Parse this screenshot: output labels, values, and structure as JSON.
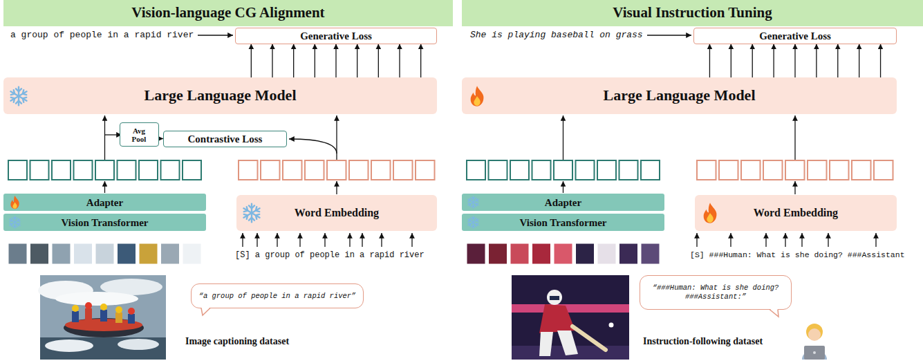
{
  "diagram": {
    "nodes": [
      {
        "text": [
          "Vision-language CG Alignment"
        ]
      },
      {
        "text": [
          "Generative Loss"
        ]
      },
      {
        "text": [
          "Large Language Model"
        ]
      },
      {
        "text": [
          "Avg Pool"
        ]
      },
      {
        "text": [
          "Contrastive Loss"
        ]
      },
      {
        "text": [
          "Adapter"
        ]
      },
      {
        "text": [
          "Vision Transformer"
        ]
      },
      {
        "text": [
          "Word Embedding"
        ]
      },
      {
        "text": [
          "“a group of people in a rapid river”"
        ]
      },
      {
        "text": [
          "Visual Instruction Tuning"
        ]
      },
      {
        "text": [
          "Generative Loss"
        ]
      },
      {
        "text": [
          "Large Language Model"
        ]
      },
      {
        "text": [
          "Adapter"
        ]
      },
      {
        "text": [
          "Vision Transformer"
        ]
      },
      {
        "text": [
          "Word Embedding"
        ]
      },
      {
        "text": [
          "“###Human: What is she doing? ###Assistant:”"
        ]
      }
    ],
    "edges": [
      {
        "from": 2,
        "to": 1,
        "arrow": "to"
      },
      {
        "from": 2,
        "to": 1,
        "arrow": "to"
      },
      {
        "from": 2,
        "to": 1,
        "arrow": "to"
      },
      {
        "from": 2,
        "to": 1,
        "arrow": "to"
      },
      {
        "from": 2,
        "to": 1,
        "arrow": "to"
      },
      {
        "from": 2,
        "to": 1,
        "arrow": "to"
      },
      {
        "from": 2,
        "to": 1,
        "arrow": "to"
      },
      {
        "from": 2,
        "to": 1,
        "arrow": "to"
      },
      {
        "from": 2,
        "to": 1,
        "arrow": "to"
      },
      {
        "from": 3,
        "to": 4,
        "arrow": "to"
      },
      {
        "from": 11,
        "to": 10,
        "arrow": "to"
      },
      {
        "from": 11,
        "to": 10,
        "arrow": "to"
      },
      {
        "from": 11,
        "to": 10,
        "arrow": "to"
      },
      {
        "from": 11,
        "to": 10,
        "arrow": "to"
      },
      {
        "from": 11,
        "to": 10,
        "arrow": "to"
      },
      {
        "from": 11,
        "to": 10,
        "arrow": "to"
      },
      {
        "from": 11,
        "to": 10,
        "arrow": "to"
      },
      {
        "from": 11,
        "to": 10,
        "arrow": "to"
      },
      {
        "from": 11,
        "to": 10,
        "arrow": "to"
      }
    ],
    "labels": [
      "a group of people in a rapid river",
      "[S] a group of people in a rapid river",
      "Image captioning dataset",
      "She is playing baseball on grass",
      "[S] ###Human: What is she doing? ###Assistant",
      "Instruction-following dataset"
    ]
  }
}
